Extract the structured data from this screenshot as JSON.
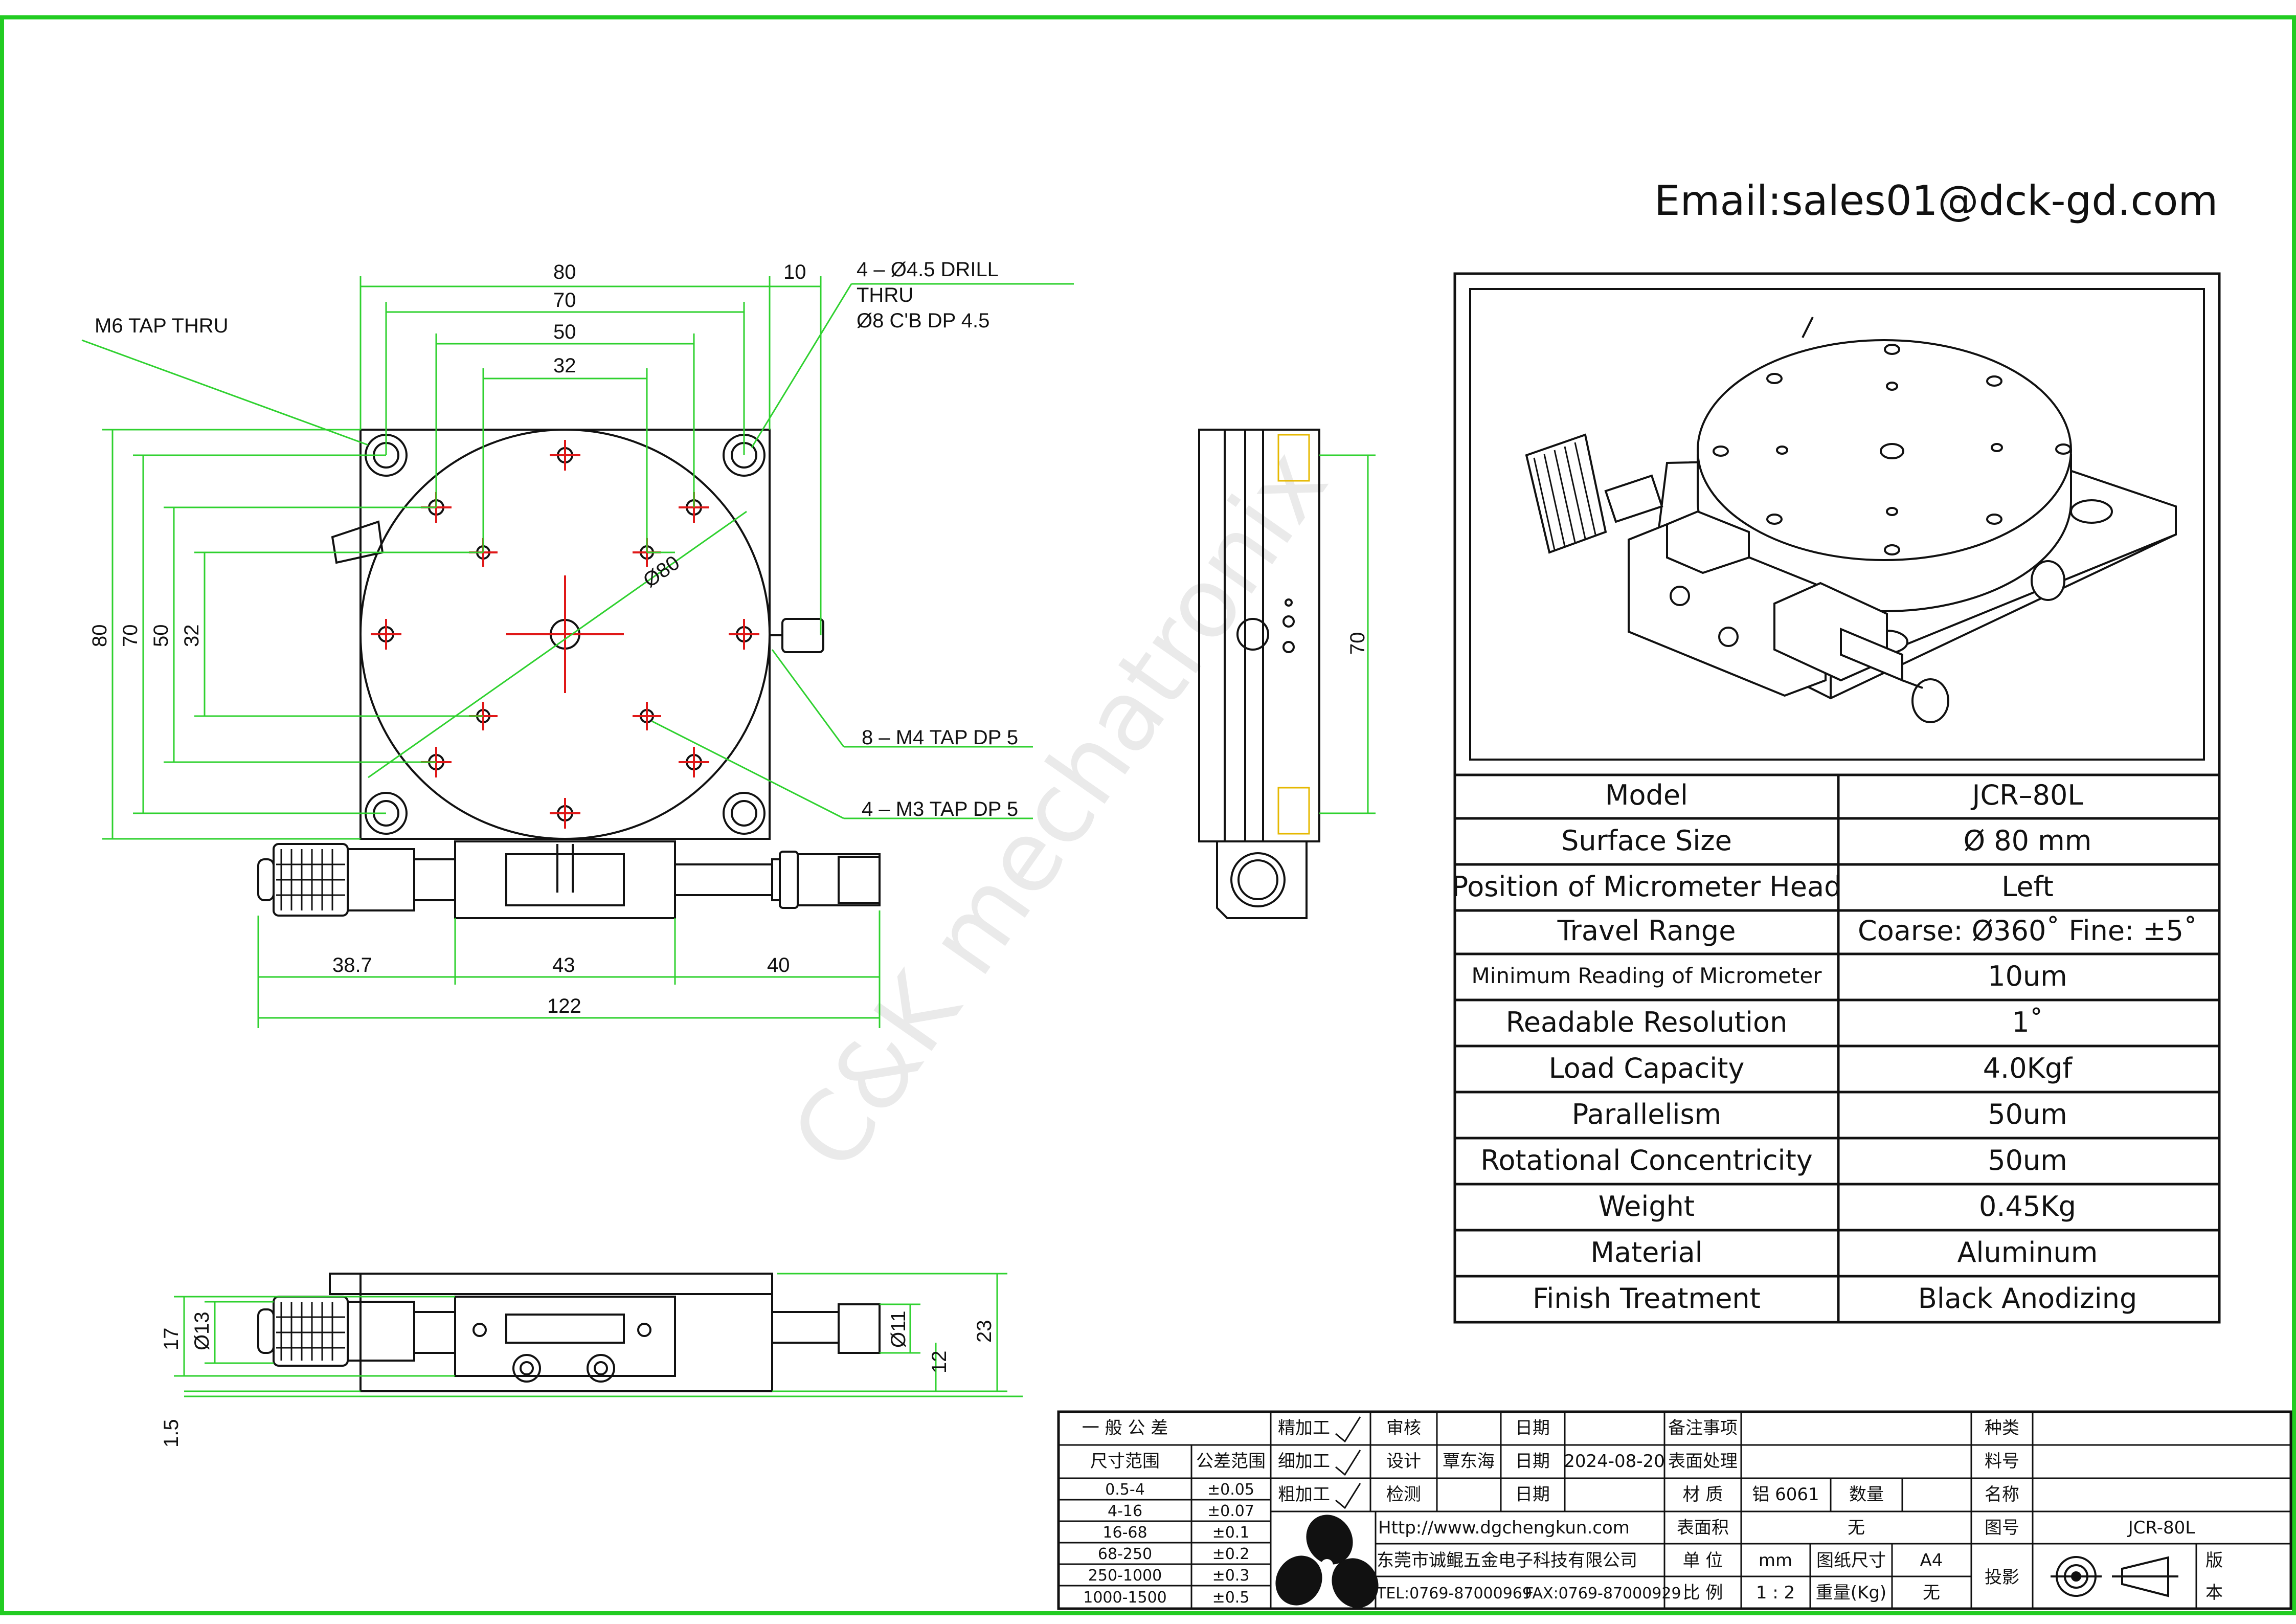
{
  "email": "Email:sales01@dck-gd.com",
  "watermark": "C&K mechatronix",
  "top_view": {
    "dims_top": [
      "80",
      "70",
      "50",
      "32",
      "10"
    ],
    "dims_left": [
      "80",
      "70",
      "50",
      "32"
    ],
    "diameter_label": "Ø80",
    "dims_bottom": [
      "38.7",
      "43",
      "40",
      "122"
    ],
    "notes": {
      "m6": "M6 TAP THRU",
      "drill_1": "4 – Ø4.5 DRILL",
      "drill_2": "THRU",
      "drill_3": "Ø8 C'B DP 4.5",
      "m4": "8 – M4 TAP DP 5",
      "m3": "4 – M3 TAP DP 5"
    }
  },
  "side_view": {
    "dim": "70"
  },
  "front_view": {
    "dims": {
      "d13": "Ø13",
      "d11": "Ø11",
      "h17": "17",
      "h23": "23",
      "h12": "12",
      "h15": "1.5"
    }
  },
  "specs": [
    {
      "label": "Model",
      "value": "JCR–80L"
    },
    {
      "label": "Surface  Size",
      "value": "Ø  80  mm"
    },
    {
      "label": "Position  of  Micrometer  Head",
      "value": "Left"
    },
    {
      "label": "Travel  Range",
      "value": "Coarse: Ø360˚ Fine: ±5˚"
    },
    {
      "label": "Minimum  Reading  of  Micrometer",
      "value": "10um"
    },
    {
      "label": "Readable  Resolution",
      "value": "1˚"
    },
    {
      "label": "Load  Capacity",
      "value": "4.0Kgf"
    },
    {
      "label": "Parallelism",
      "value": "50um"
    },
    {
      "label": "Rotational  Concentricity",
      "value": "50um"
    },
    {
      "label": "Weight",
      "value": "0.45Kg"
    },
    {
      "label": "Material",
      "value": "Aluminum"
    },
    {
      "label": "Finish  Treatment",
      "value": "Black  Anodizing"
    }
  ],
  "title_block": {
    "tolerance_header": "一 般 公 差",
    "size_range": "尺寸范围",
    "tolerance_range": "公差范围",
    "tolerances": [
      {
        "range": "0.5-4",
        "tol": "±0.05"
      },
      {
        "range": "4-16",
        "tol": "±0.07"
      },
      {
        "range": "16-68",
        "tol": "±0.1"
      },
      {
        "range": "68-250",
        "tol": "±0.2"
      },
      {
        "range": "250-1000",
        "tol": "±0.3"
      },
      {
        "range": "1000-1500",
        "tol": "±0.5"
      }
    ],
    "finish_fine": "精加工",
    "finish_medium": "细加工",
    "finish_rough": "粗加工",
    "review": "审核",
    "design": "设计",
    "designer": "覃东海",
    "inspect": "检测",
    "date": "日期",
    "date_value": "2024-08-20",
    "notes": "备注事项",
    "surface_treatment": "表面处理",
    "material": "材 质",
    "material_value": "铝 6061",
    "quantity": "数量",
    "surface_area": "表面积",
    "surface_area_value": "无",
    "unit": "单 位",
    "unit_value": "mm",
    "paper_size": "图纸尺寸",
    "paper_size_value": "A4",
    "scale": "比 例",
    "scale_value": "1 : 2",
    "weight": "重量(Kg)",
    "weight_value": "无",
    "website": "Http://www.dgchengkun.com",
    "company": "东莞市诚鲲五金电子科技有限公司",
    "tel": "TEL:0769-87000969",
    "fax": "FAX:0769-87000929",
    "category": "种类",
    "part_no": "料号",
    "name": "名称",
    "drawing_no": "图号",
    "drawing_no_value": "JCR-80L",
    "projection": "投影",
    "version_1": "版",
    "version_2": "本"
  }
}
